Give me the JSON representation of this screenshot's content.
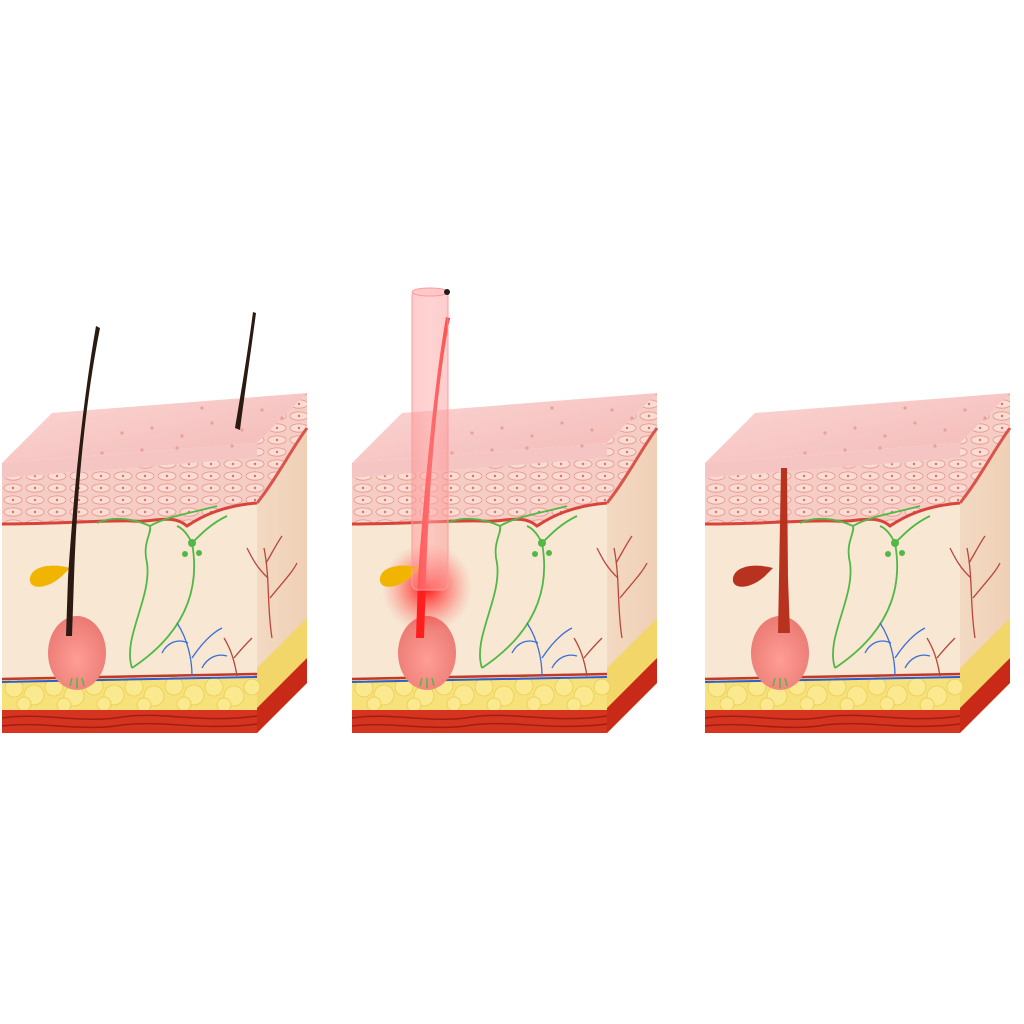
{
  "diagram": {
    "panels": [
      {
        "id": "panel-before",
        "hair": "dark-hair",
        "laser_beam": false,
        "hair_count": 2
      },
      {
        "id": "panel-laser",
        "hair": "heated-hair",
        "laser_beam": true,
        "hair_count": 1
      },
      {
        "id": "panel-after",
        "hair": "destroyed-hair-stub",
        "laser_beam": false,
        "hair_count": 0
      }
    ],
    "colors": {
      "epidermis_top": "#f7c9c7",
      "epidermis_cells": "#f3b8b0",
      "dermis": "#f6e6d0",
      "fat": "#f7e27a",
      "muscle": "#d8321f",
      "hair_dark": "#2b1a12",
      "laser_red": "#ff2020",
      "follicle": "#f08a86",
      "sebaceous_gland": "#f2b600",
      "nerve": "#4cbf3a",
      "vein": "#2f5fcf",
      "artery": "#c0392b"
    }
  }
}
